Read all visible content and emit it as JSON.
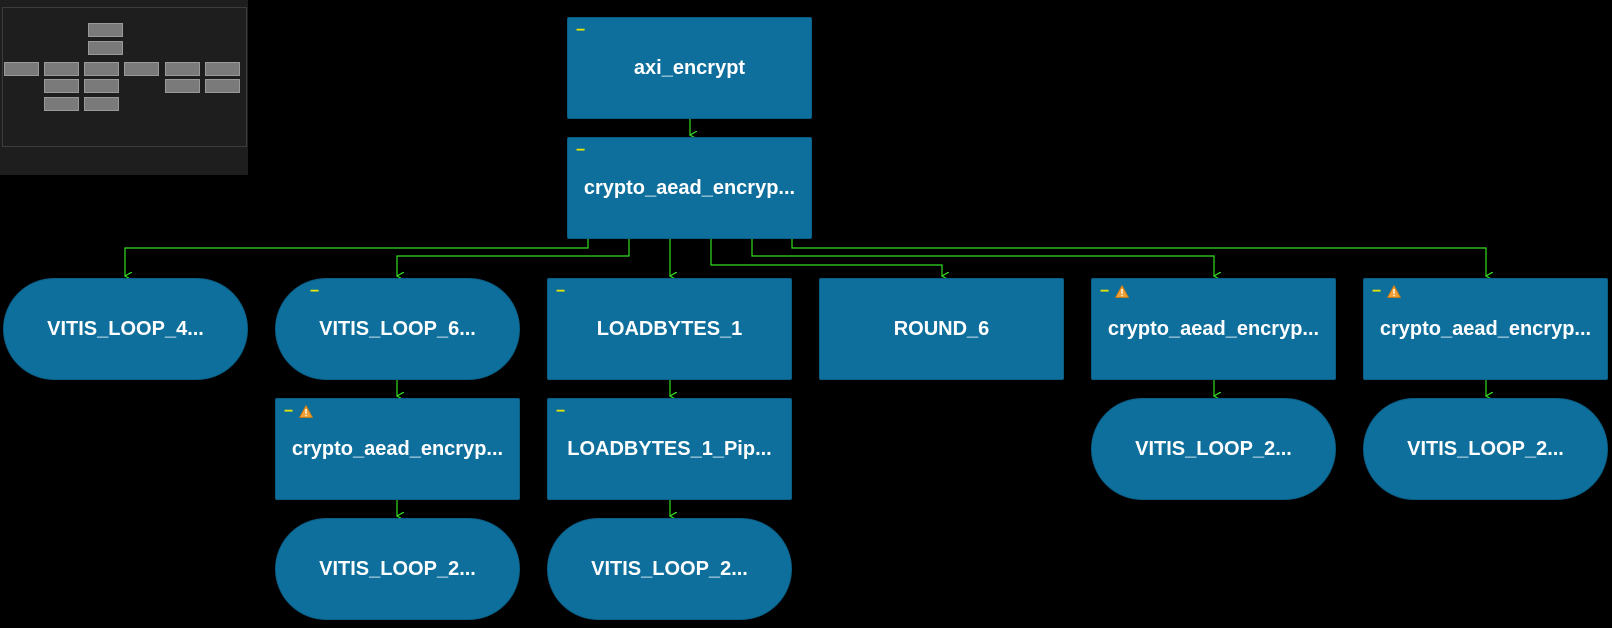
{
  "nodes": {
    "axi_encrypt": "axi_encrypt",
    "crypto_top": "crypto_aead_encryp...",
    "vitis_loop_4": "VITIS_LOOP_4...",
    "vitis_loop_6": "VITIS_LOOP_6...",
    "loadbytes_1": "LOADBYTES_1",
    "round_6": "ROUND_6",
    "crypto_right1": "crypto_aead_encryp...",
    "crypto_right2": "crypto_aead_encryp...",
    "crypto_mid": "crypto_aead_encryp...",
    "loadbytes_pip": "LOADBYTES_1_Pip...",
    "vitis_loop_2_a": "VITIS_LOOP_2...",
    "vitis_loop_2_b": "VITIS_LOOP_2...",
    "vitis_loop_2_c": "VITIS_LOOP_2...",
    "vitis_loop_2_d": "VITIS_LOOP_2..."
  },
  "collapse_glyph": "−",
  "warning_icon": "warning-icon",
  "colors": {
    "background": "#000000",
    "node_fill": "#0e6f9c",
    "edge": "#33dd22",
    "collapse_marker": "#e6e600",
    "warning": "#f0a030"
  }
}
